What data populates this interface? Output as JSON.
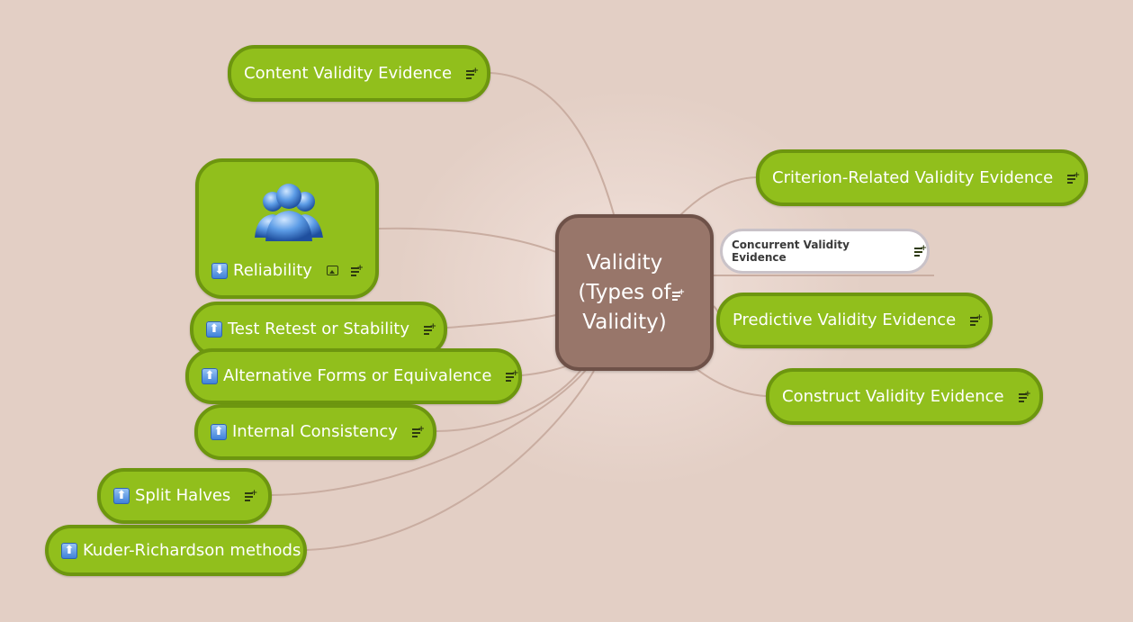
{
  "central": {
    "label": "Validity (Types of Validity)",
    "icon": "note-icon"
  },
  "right": {
    "criterion": "Criterion-Related Validity Evidence",
    "concurrent": "Concurrent Validity Evidence",
    "predictive": "Predictive Validity Evidence",
    "construct": "Construct Validity Evidence"
  },
  "left": {
    "content": "Content Validity Evidence",
    "reliability": "Reliability",
    "test_retest": "Test Retest or Stability",
    "alternative": "Alternative Forms or Equivalence",
    "internal": "Internal Consistency",
    "split": "Split Halves",
    "kuder": "Kuder-Richardson methods"
  },
  "icons": {
    "up_arrow": "⬆",
    "down_arrow": "⬇",
    "note": "note-icon",
    "image": "image-icon",
    "people": "people-icon"
  },
  "colors": {
    "node_fill": "#91bf1c",
    "node_border": "#6d960f",
    "central_fill": "#98766a",
    "central_border": "#6e5148",
    "link": "#c9ada1",
    "background": "#e3cfc5"
  }
}
